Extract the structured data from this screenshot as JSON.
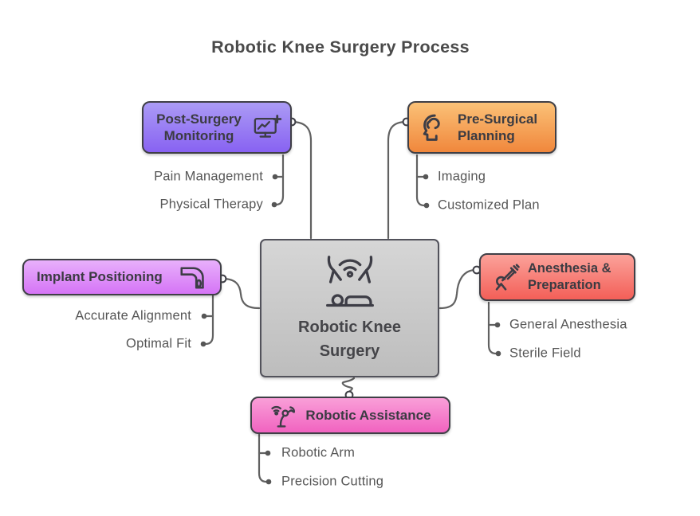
{
  "title": "Robotic Knee Surgery Process",
  "center": {
    "label": "Robotic Knee Surgery",
    "icon": "surgical-robot-icon",
    "colors": {
      "from": "#d6d6d6",
      "to": "#bdbdbd",
      "border": "#52525b"
    }
  },
  "branches": [
    {
      "id": "post-surgery-monitoring",
      "label": "Post-Surgery Monitoring",
      "icon": "monitor-health-icon",
      "colors": {
        "from": "#ab9bf5",
        "to": "#8862f2",
        "border": "#3f3f46"
      },
      "children": [
        "Pain Management",
        "Physical Therapy"
      ]
    },
    {
      "id": "pre-surgical-planning",
      "label": "Pre-Surgical Planning",
      "icon": "head-brain-icon",
      "colors": {
        "from": "#fbc177",
        "to": "#f0873c",
        "border": "#3f3f46"
      },
      "children": [
        "Imaging",
        "Customized Plan"
      ]
    },
    {
      "id": "implant-positioning",
      "label": "Implant Positioning",
      "icon": "knee-implant-icon",
      "colors": {
        "from": "#e8b0fb",
        "to": "#d574f6",
        "border": "#3f3f46"
      },
      "children": [
        "Accurate Alignment",
        "Optimal Fit"
      ]
    },
    {
      "id": "anesthesia-preparation",
      "label": "Anesthesia & Preparation",
      "icon": "anesthesia-syringe-icon",
      "colors": {
        "from": "#fba29a",
        "to": "#f35f58",
        "border": "#3f3f46"
      },
      "children": [
        "General Anesthesia",
        "Sterile Field"
      ]
    },
    {
      "id": "robotic-assistance",
      "label": "Robotic Assistance",
      "icon": "robot-arm-icon",
      "colors": {
        "from": "#f99fd8",
        "to": "#f163c0",
        "border": "#3f3f46"
      },
      "children": [
        "Robotic Arm",
        "Precision Cutting"
      ]
    }
  ],
  "connectors": {
    "line_color": "#616161",
    "dot_color": "#565656",
    "port_fill": "#ffffff",
    "port_stroke": "#3f3f46"
  }
}
